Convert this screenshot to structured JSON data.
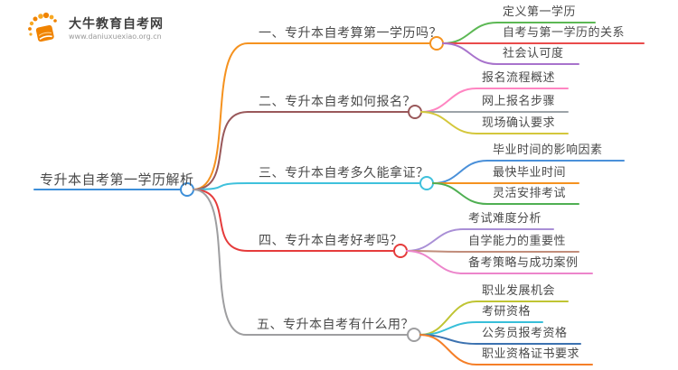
{
  "logo": {
    "site_name": "大牛教育自考网",
    "site_url": "www.daniuxuexiao.org.cn",
    "icon_color": "#F08300",
    "dot_color": "#F7A823"
  },
  "mindmap": {
    "root": {
      "label": "专升本自考第一学历解析",
      "color": "#3D8FD9"
    },
    "branches": [
      {
        "label": "一、专升本自考算第一学历吗？",
        "color": "#F5921F",
        "children": [
          {
            "label": "定义第一学历",
            "color": "#5CB854"
          },
          {
            "label": "自考与第一学历的关系",
            "color": "#E94B4B"
          },
          {
            "label": "社会认可度",
            "color": "#A873CC"
          }
        ]
      },
      {
        "label": "二、专升本自考如何报名？",
        "color": "#99585A",
        "children": [
          {
            "label": "报名流程概述",
            "color": "#FF85C2"
          },
          {
            "label": "网上报名步骤",
            "color": "#9CA3A8"
          },
          {
            "label": "现场确认要求",
            "color": "#D4C73B"
          }
        ]
      },
      {
        "label": "三、专升本自考多久能拿证？",
        "color": "#3FC1DC",
        "children": [
          {
            "label": "毕业时间的影响因素",
            "color": "#4A90D9"
          },
          {
            "label": "最快毕业时间",
            "color": "#F5921F"
          },
          {
            "label": "灵活安排考试",
            "color": "#4FAF52"
          }
        ]
      },
      {
        "label": "四、专升本自考好考吗？",
        "color": "#E53B3B",
        "children": [
          {
            "label": "考试难度分析",
            "color": "#A98FD6"
          },
          {
            "label": "自学能力的重要性",
            "color": "#C18D7B"
          },
          {
            "label": "备考策略与成功案例",
            "color": "#EC85CB"
          }
        ]
      },
      {
        "label": "五、专升本自考有什么用？",
        "color": "#9E9EA0",
        "children": [
          {
            "label": "职业发展机会",
            "color": "#BFC433"
          },
          {
            "label": "考研资格",
            "color": "#38BFD9"
          },
          {
            "label": "公务员报考资格",
            "color": "#3C72B0"
          },
          {
            "label": "职业资格证书要求",
            "color": "#F57F28"
          }
        ]
      }
    ]
  }
}
